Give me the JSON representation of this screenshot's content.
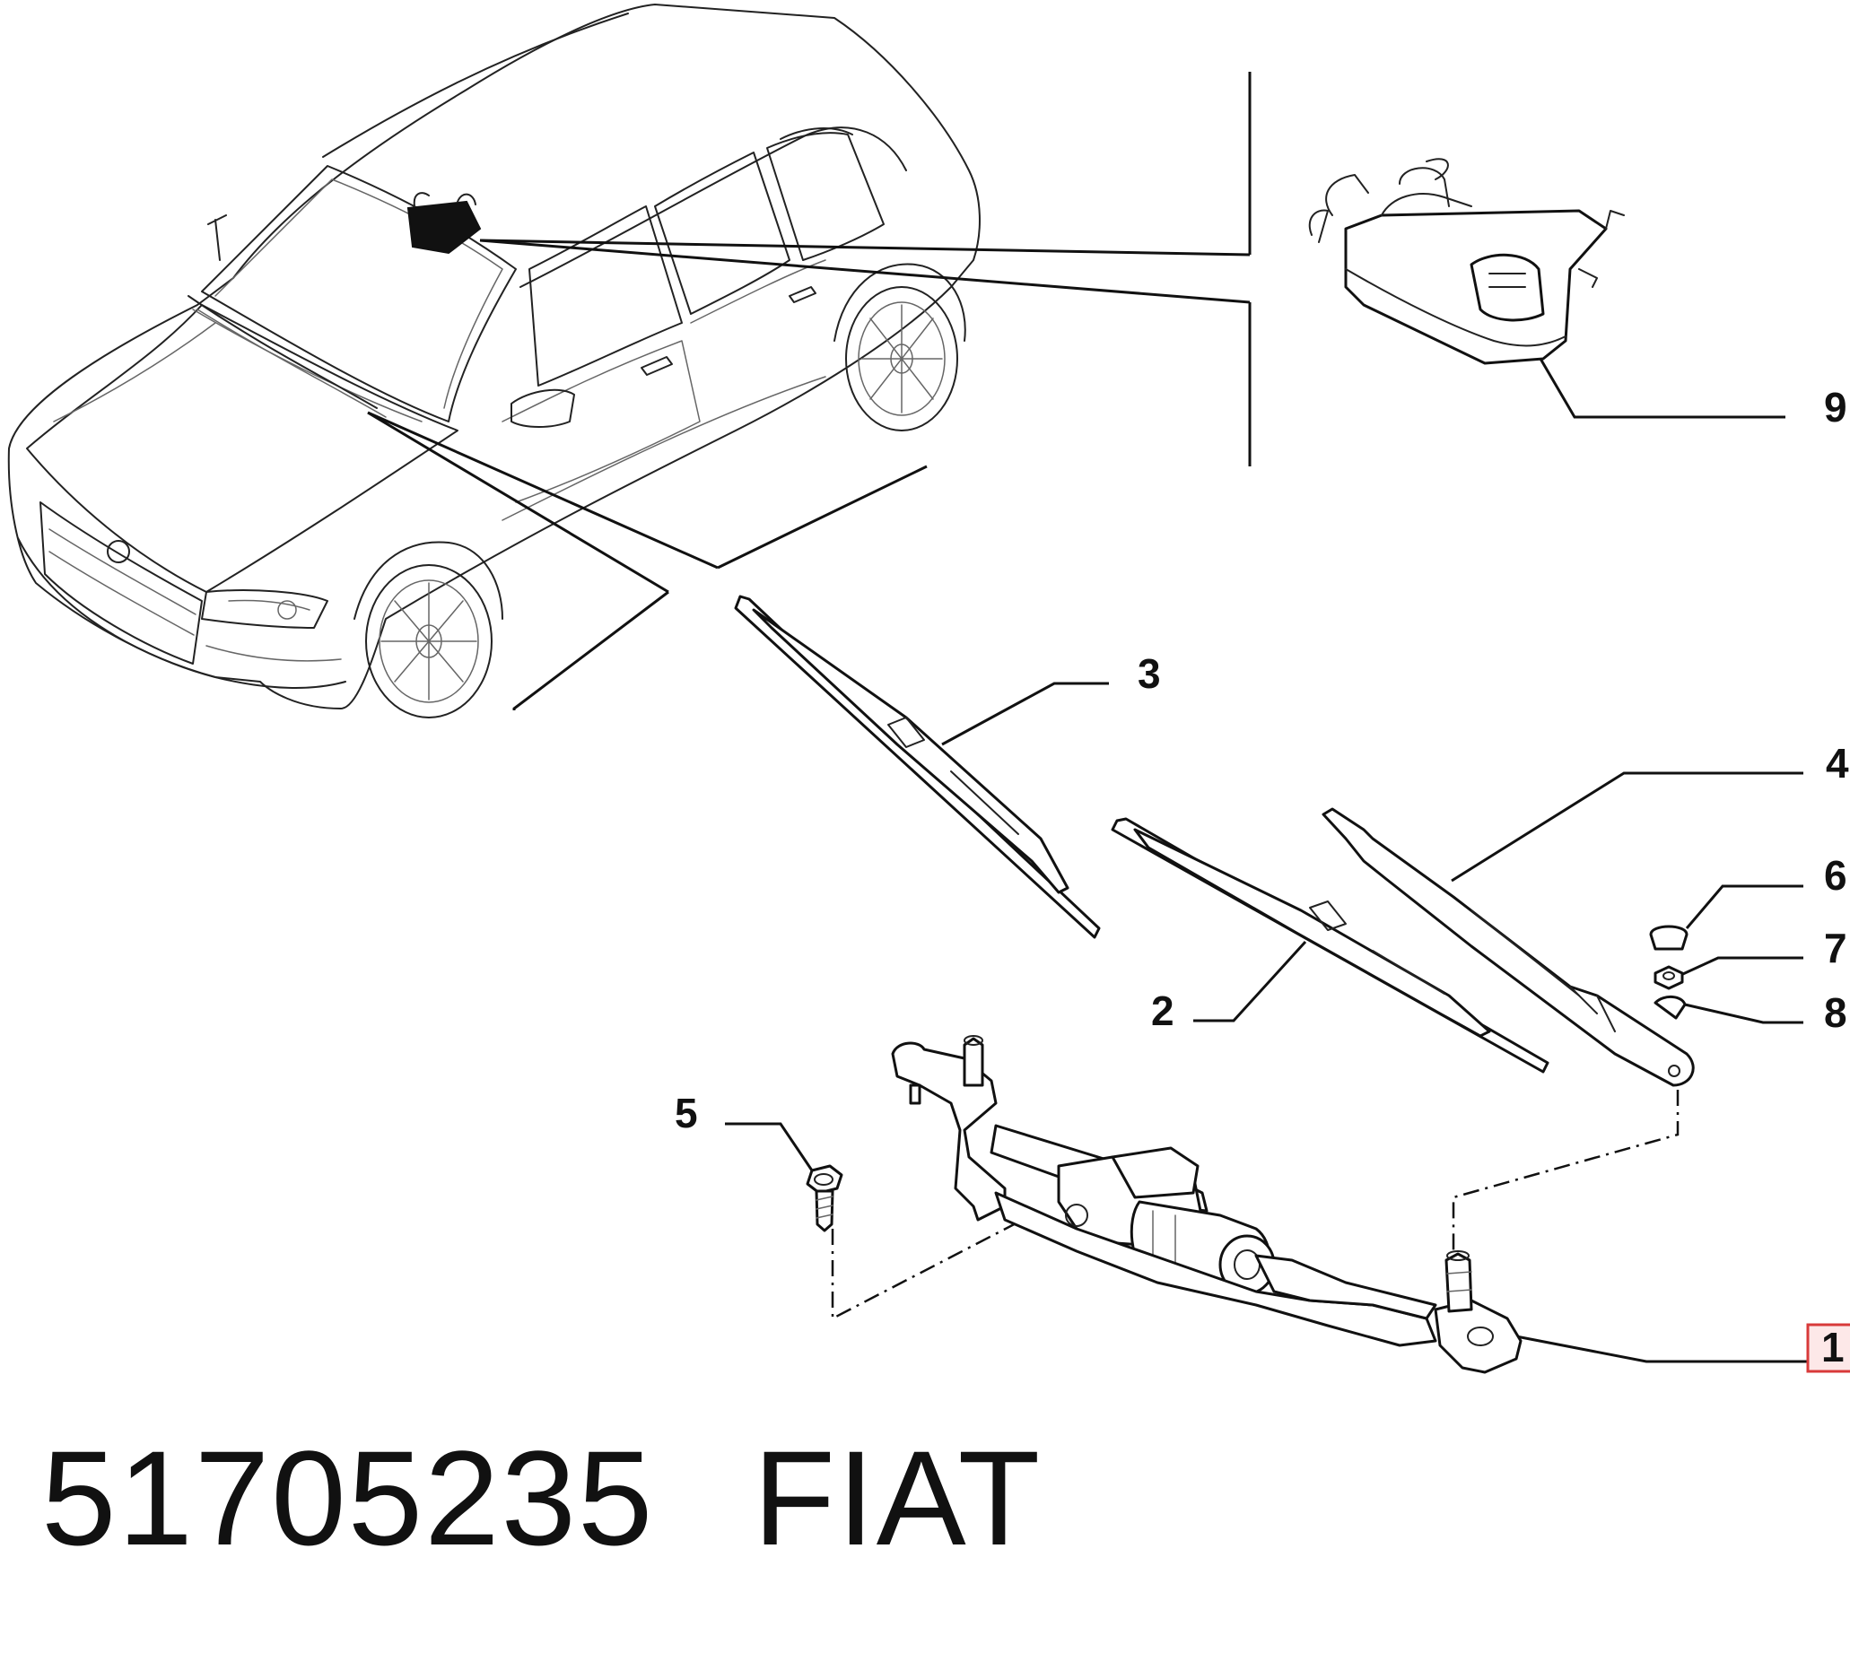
{
  "callouts": {
    "c1": "1",
    "c2": "2",
    "c3": "3",
    "c4": "4",
    "c5": "5",
    "c6": "6",
    "c7": "7",
    "c8": "8",
    "c9": "9"
  },
  "highlight_color": "#d83a3a",
  "footer": {
    "part_number": "51705235",
    "brand": "FIAT"
  }
}
